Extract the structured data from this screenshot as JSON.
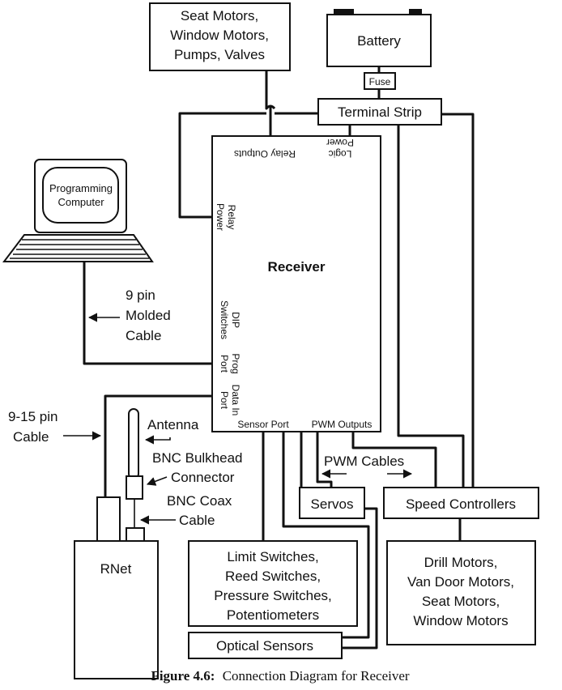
{
  "nodes": {
    "seat_motors_top": [
      "Seat Motors,",
      "Window Motors,",
      "Pumps, Valves"
    ],
    "battery": "Battery",
    "fuse": "Fuse",
    "terminal_strip": "Terminal Strip",
    "programming_computer": [
      "Programming",
      "Computer"
    ],
    "receiver": "Receiver",
    "servos": "Servos",
    "speed_controllers": "Speed Controllers",
    "rnet": "RNet",
    "limit_switches": [
      "Limit Switches,",
      "Reed Switches,",
      "Pressure Switches,",
      "Potentiometers"
    ],
    "drill_motors": [
      "Drill Motors,",
      "Van Door Motors,",
      "Seat Motors,",
      "Window Motors"
    ],
    "optical_sensors": "Optical Sensors"
  },
  "ports": {
    "relay_outputs": "Relay Outputs",
    "logic_power": [
      "Logic",
      "Power"
    ],
    "relay_power": [
      "Relay",
      "Power"
    ],
    "dip_switches": [
      "DIP",
      "Switches"
    ],
    "prog_port": [
      "Prog",
      "Port"
    ],
    "data_in_port": [
      "Data In",
      "Port"
    ],
    "sensor_port": "Sensor Port",
    "pwm_outputs": "PWM Outputs"
  },
  "labels": {
    "nine_pin": [
      "9 pin",
      "Molded",
      "Cable"
    ],
    "nine_fifteen_pin": [
      "9-15 pin",
      "Cable"
    ],
    "antenna": "Antenna",
    "bnc_bulkhead": [
      "BNC Bulkhead",
      "Connector"
    ],
    "bnc_coax": [
      "BNC Coax",
      "Cable"
    ],
    "pwm_cables": "PWM Cables"
  },
  "caption": {
    "figure": "Figure 4.6:",
    "text": "Connection Diagram for Receiver"
  }
}
